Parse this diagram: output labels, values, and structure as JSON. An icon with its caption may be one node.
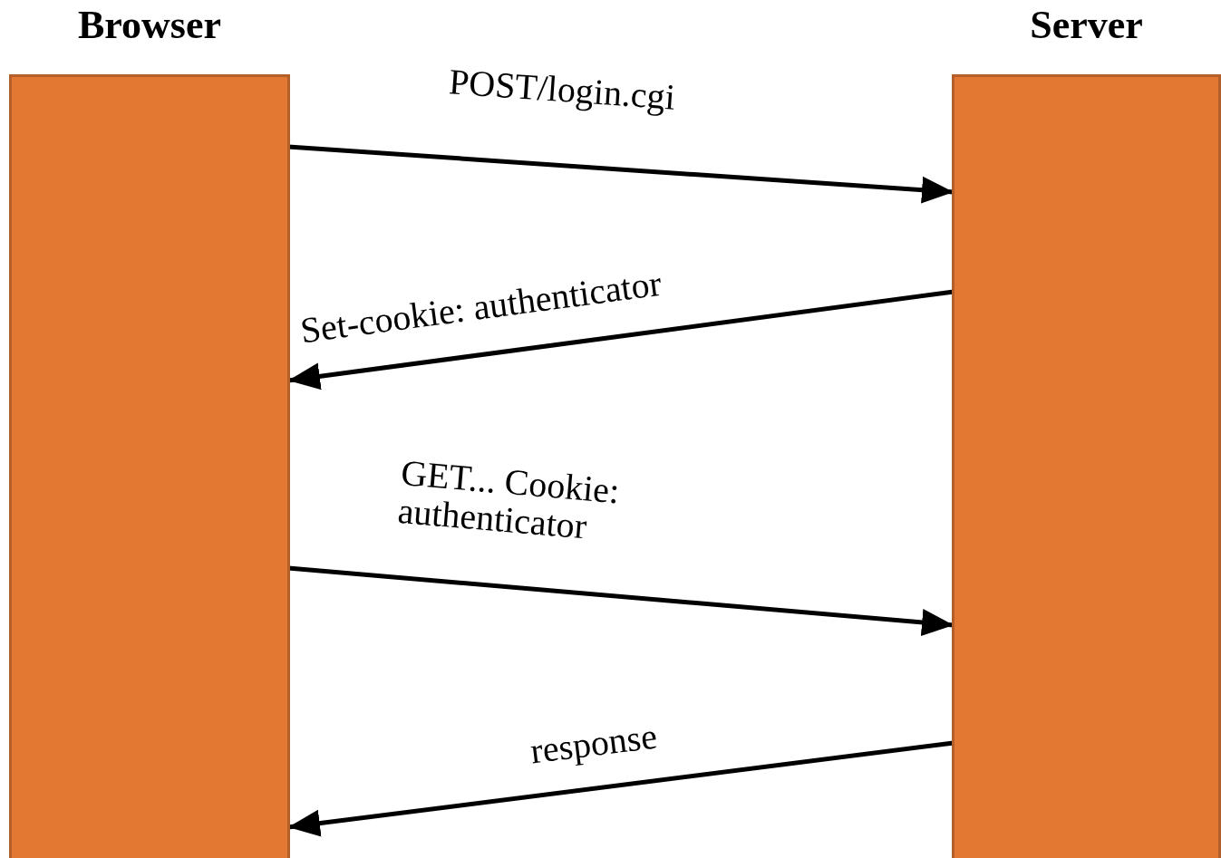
{
  "diagram": {
    "nodes": [
      {
        "text": [
          "Browser"
        ]
      },
      {
        "text": [
          "Server"
        ]
      }
    ],
    "edges": [
      {
        "from": 0,
        "to": 1,
        "arrow": "to",
        "label": "POST/login.cgi"
      },
      {
        "from": 1,
        "to": 0,
        "arrow": "to",
        "label": "Set-cookie: authenticator"
      },
      {
        "from": 0,
        "to": 1,
        "arrow": "to",
        "label": "GET... Cookie: authenticator"
      },
      {
        "from": 1,
        "to": 0,
        "arrow": "to",
        "label": "response"
      }
    ]
  }
}
